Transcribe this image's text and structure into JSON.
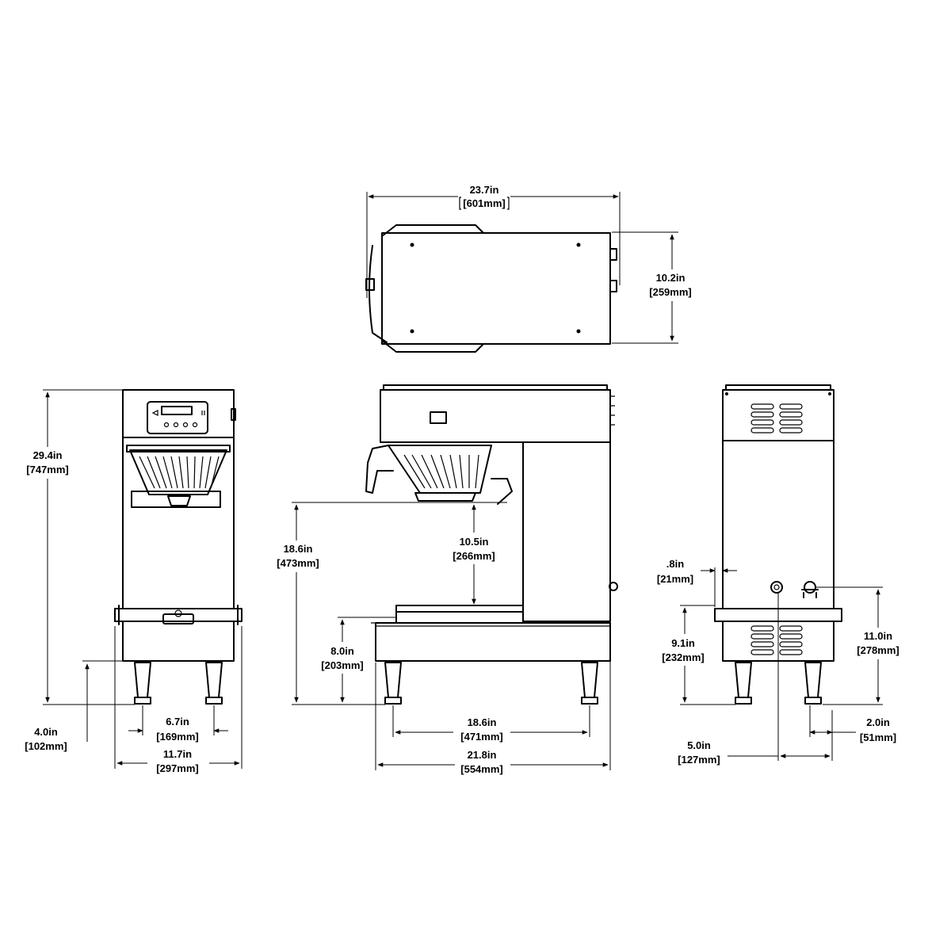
{
  "dimensions": {
    "top_width": {
      "in": "23.7in",
      "mm": "601mm"
    },
    "top_depth": {
      "in": "10.2in",
      "mm": "259mm"
    },
    "overall_height": {
      "in": "29.4in",
      "mm": "747mm"
    },
    "base_to_legs": {
      "in": "4.0in",
      "mm": "102mm"
    },
    "leg_spacing_front": {
      "in": "6.7in",
      "mm": "169mm"
    },
    "front_width": {
      "in": "11.7in",
      "mm": "297mm"
    },
    "funnel_clearance": {
      "in": "18.6in",
      "mm": "473mm"
    },
    "funnel_to_tray": {
      "in": "10.5in",
      "mm": "266mm"
    },
    "tray_height": {
      "in": "8.0in",
      "mm": "203mm"
    },
    "leg_spacing_side": {
      "in": "18.6in",
      "mm": "471mm"
    },
    "side_depth": {
      "in": "21.8in",
      "mm": "554mm"
    },
    "rear_offset": {
      "in": ".8in",
      "mm": "21mm"
    },
    "rear_base_height": {
      "in": "9.1in",
      "mm": "232mm"
    },
    "water_inlet_height": {
      "in": "11.0in",
      "mm": "278mm"
    },
    "inlet_from_side": {
      "in": "5.0in",
      "mm": "127mm"
    },
    "leg_offset_rear": {
      "in": "2.0in",
      "mm": "51mm"
    }
  }
}
